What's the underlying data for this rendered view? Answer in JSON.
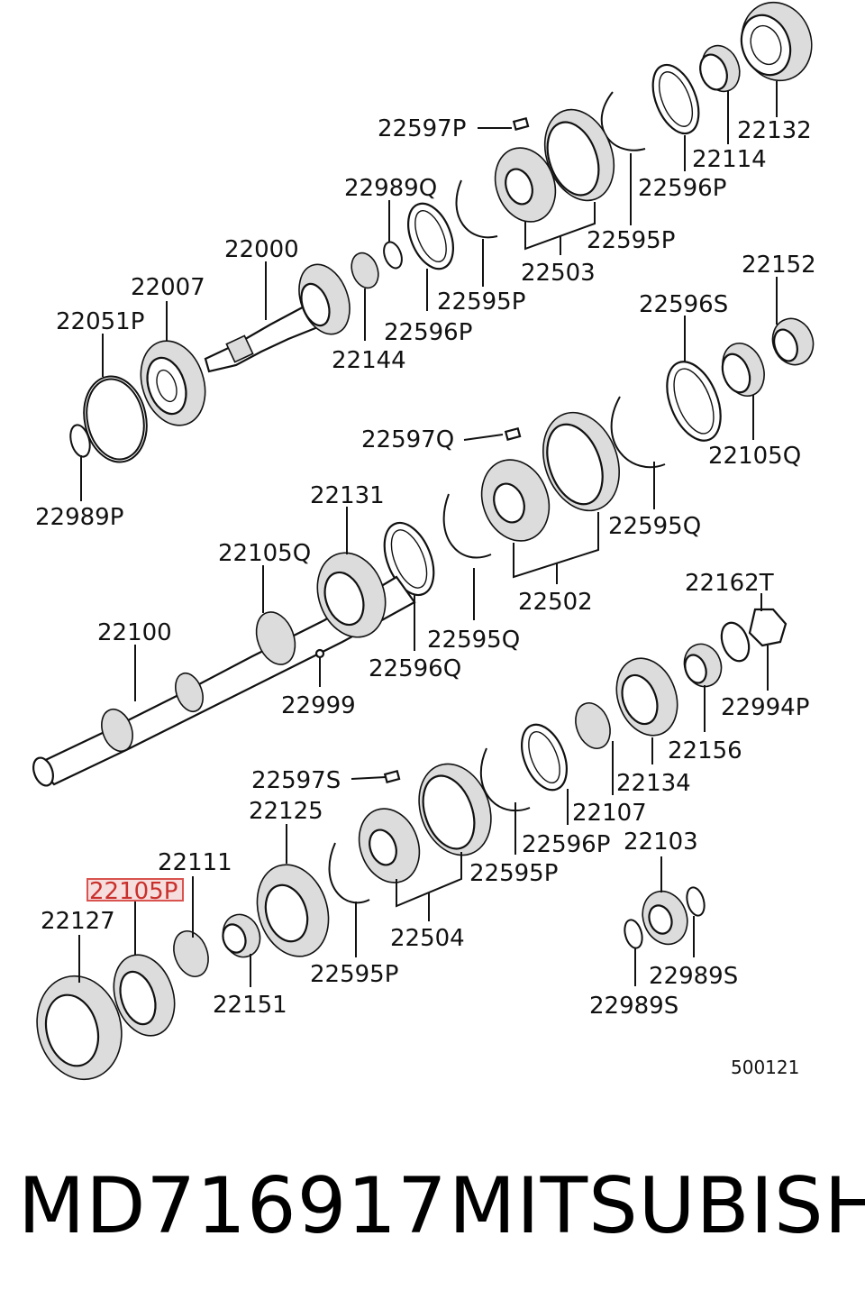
{
  "labels": {
    "p22597P": "22597P",
    "p22132": "22132",
    "p22114": "22114",
    "p22596P_top": "22596P",
    "p22989Q": "22989Q",
    "p22595P_top": "22595P",
    "p22000": "22000",
    "p22503": "22503",
    "p22007": "22007",
    "p22595P_mid": "22595P",
    "p22152": "22152",
    "p22051P": "22051P",
    "p22596P_mid": "22596P",
    "p22596S": "22596S",
    "p22144": "22144",
    "p22597Q": "22597Q",
    "p22105Q_right": "22105Q",
    "p22989P": "22989P",
    "p22131": "22131",
    "p22595Q_right": "22595Q",
    "p22105Q_left": "22105Q",
    "p22502": "22502",
    "p22162T": "22162T",
    "p22100": "22100",
    "p22595Q_mid": "22595Q",
    "p22596Q": "22596Q",
    "p22994P": "22994P",
    "p22999": "22999",
    "p22156": "22156",
    "p22597S": "22597S",
    "p22134": "22134",
    "p22125": "22125",
    "p22107": "22107",
    "p22596P_low": "22596P",
    "p22103": "22103",
    "p22111": "22111",
    "p22595P_low": "22595P",
    "p22105P": "22105P",
    "p22127": "22127",
    "p22504": "22504",
    "p22989S_right": "22989S",
    "p22151": "22151",
    "p22595P_bottom": "22595P",
    "p22989S_left": "22989S"
  },
  "figure_ref": "500121",
  "footer": {
    "part_number": "MD716917",
    "brand": "MITSUBISHI"
  },
  "highlighted_part": "22105P",
  "colors": {
    "highlight_border": "#d9534f",
    "highlight_fill": "#f6dede",
    "line": "#111111"
  }
}
